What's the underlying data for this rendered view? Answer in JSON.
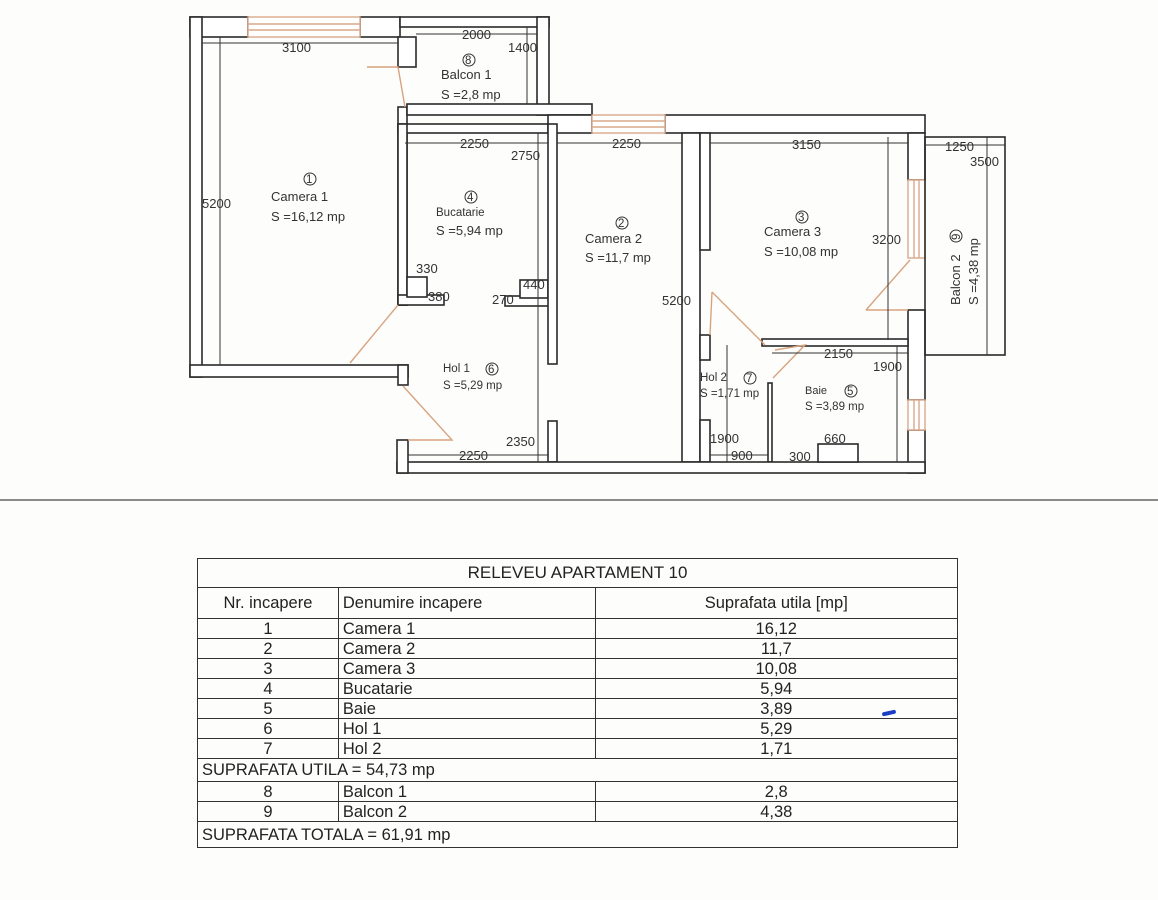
{
  "plan": {
    "rooms": [
      {
        "nr": "1",
        "name": "Camera 1",
        "area": "S =16,12 mp"
      },
      {
        "nr": "2",
        "name": "Camera 2",
        "area": "S =11,7 mp"
      },
      {
        "nr": "3",
        "name": "Camera 3",
        "area": "S =10,08 mp"
      },
      {
        "nr": "4",
        "name": "Bucatarie",
        "area": "S =5,94 mp"
      },
      {
        "nr": "5",
        "name": "Baie",
        "area": "S =3,89 mp"
      },
      {
        "nr": "6",
        "name": "Hol 1",
        "area": "S =5,29 mp"
      },
      {
        "nr": "7",
        "name": "Hol 2",
        "area": "S =1,71 mp"
      },
      {
        "nr": "8",
        "name": "Balcon 1",
        "area": "S =2,8 mp"
      },
      {
        "nr": "9",
        "name": "Balcon 2",
        "area": "S =4,38 mp"
      }
    ],
    "dimensions": [
      "3100",
      "2000",
      "1400",
      "2250",
      "2750",
      "2250",
      "3150",
      "1250",
      "3500",
      "5200",
      "330",
      "380",
      "270",
      "440",
      "5200",
      "3200",
      "2150",
      "1900",
      "2350",
      "2250",
      "1900",
      "900",
      "660",
      "300"
    ]
  },
  "table": {
    "title": "RELEVEU APARTAMENT 10",
    "headers": [
      "Nr. incapere",
      "Denumire incapere",
      "Suprafata utila [mp]"
    ],
    "rows": [
      [
        "1",
        "Camera 1",
        "16,12"
      ],
      [
        "2",
        "Camera 2",
        "11,7"
      ],
      [
        "3",
        "Camera 3",
        "10,08"
      ],
      [
        "4",
        "Bucatarie",
        "5,94"
      ],
      [
        "5",
        "Baie",
        "3,89"
      ],
      [
        "6",
        "Hol 1",
        "5,29"
      ],
      [
        "7",
        "Hol 2",
        "1,71"
      ]
    ],
    "subtotal": "SUPRAFATA UTILA = 54,73 mp",
    "balcony_rows": [
      [
        "8",
        "Balcon 1",
        "2,8"
      ],
      [
        "9",
        "Balcon 2",
        "4,38"
      ]
    ],
    "total": "SUPRAFATA TOTALA = 61,91 mp"
  }
}
